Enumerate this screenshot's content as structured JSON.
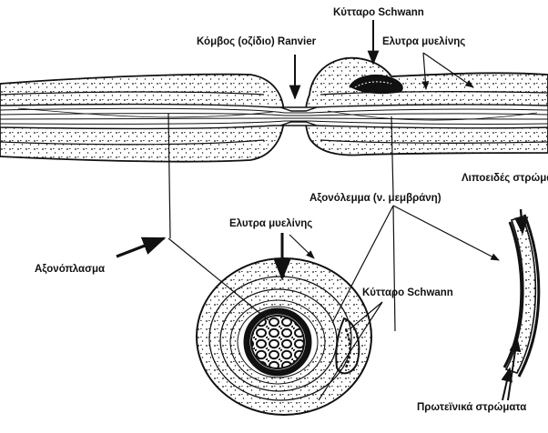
{
  "figure": {
    "labels": {
      "schwann_top": "Κύτταρο Schwann",
      "ranvier_node": "Κόμβος (οζίδιο) Ranvier",
      "myelin_top": "Ελυτρα μυελίνης",
      "axolemma": "Αξονόλεμμα (ν. μεμβράνη)",
      "lipid_layer": "Λιποειδές στρώμα",
      "myelin_cross": "Ελυτρα μυελίνης",
      "axoplasm": "Αξονόπλασμα",
      "schwann_cross": "Κύτταρο Schwann",
      "protein_layers": "Πρωτεϊνικά στρώματα"
    },
    "colors": {
      "ink": "#111111",
      "paper": "#ffffff"
    }
  }
}
